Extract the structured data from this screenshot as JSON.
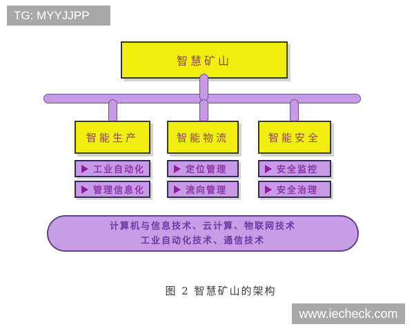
{
  "watermarks": {
    "top_left": "TG: MYYJJPP",
    "bottom_right": "www.iecheck.com",
    "bg_color": "#a8a8a8",
    "text_color": "#ffffff"
  },
  "diagram": {
    "root_label": "智慧矿山",
    "branches": [
      {
        "label": "智能生产",
        "children": [
          {
            "label": "工业自动化"
          },
          {
            "label": "管理信息化"
          }
        ]
      },
      {
        "label": "智能物流",
        "children": [
          {
            "label": "定位管理"
          },
          {
            "label": "流向管理"
          }
        ]
      },
      {
        "label": "智能安全",
        "children": [
          {
            "label": "安全监控"
          },
          {
            "label": "安全治理"
          }
        ]
      }
    ],
    "foundation_line1": "计算机与信息技术、云计算、物联网技术",
    "foundation_line2": "工业自动化技术、通信技术",
    "caption": "图 2  智慧矿山的架构",
    "icons": {
      "bullet": "play-arrow-icon"
    },
    "colors": {
      "node_fill_yellow": "#f1ee10",
      "node_text_brown": "#8b4839",
      "purple_fill": "#c69ae4",
      "purple_border": "#6e4f96",
      "sub_item_border": "#2e2c48",
      "sub_item_text": "#8936a8",
      "arrow_purple": "#8a1f9c",
      "foundation_text": "#6b3aa2",
      "caption_text": "#3a3a3a"
    }
  }
}
